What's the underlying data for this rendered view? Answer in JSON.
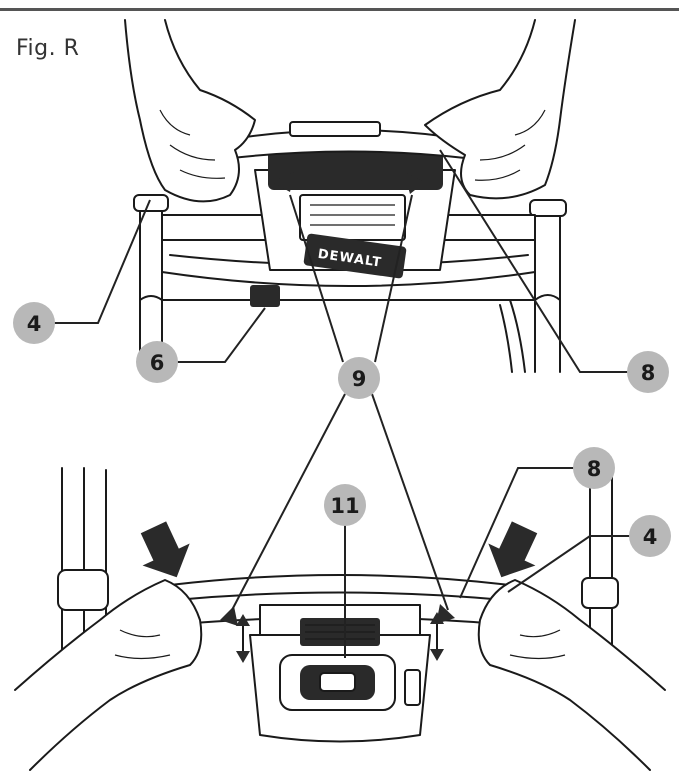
{
  "figure": {
    "label": "Fig. R",
    "brand": "DEWALT"
  },
  "callouts": {
    "c4_top": "4",
    "c6": "6",
    "c8_top": "8",
    "c9": "9",
    "c11": "11",
    "c8_bottom": "8",
    "c4_bottom": "4"
  },
  "colors": {
    "callout_fill": "#b8b8b8",
    "line": "#1a1a1a",
    "rule": "#555555"
  }
}
